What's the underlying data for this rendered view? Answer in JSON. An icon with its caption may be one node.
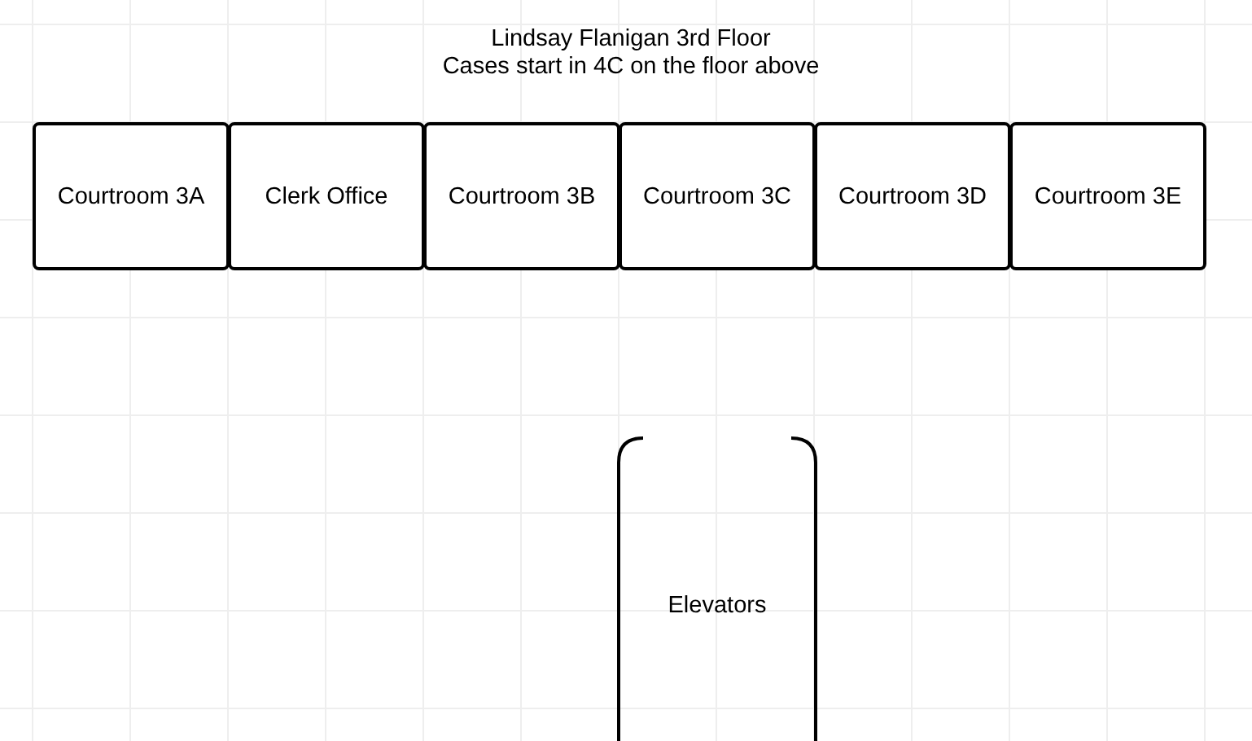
{
  "diagram": {
    "title": "Lindsay Flanigan 3rd Floor",
    "nodes": [
      {
        "text": [
          "Courtroom 3A"
        ]
      },
      {
        "text": [
          "Clerk Office"
        ]
      },
      {
        "text": [
          "Courtroom 3B"
        ]
      },
      {
        "text": [
          "Courtroom 3C"
        ]
      },
      {
        "text": [
          "Courtroom 3D"
        ]
      },
      {
        "text": [
          "Courtroom 3E"
        ]
      },
      {
        "text": [
          "Elevators"
        ]
      }
    ],
    "labels": [
      "Cases start in 4C on the floor above"
    ]
  }
}
